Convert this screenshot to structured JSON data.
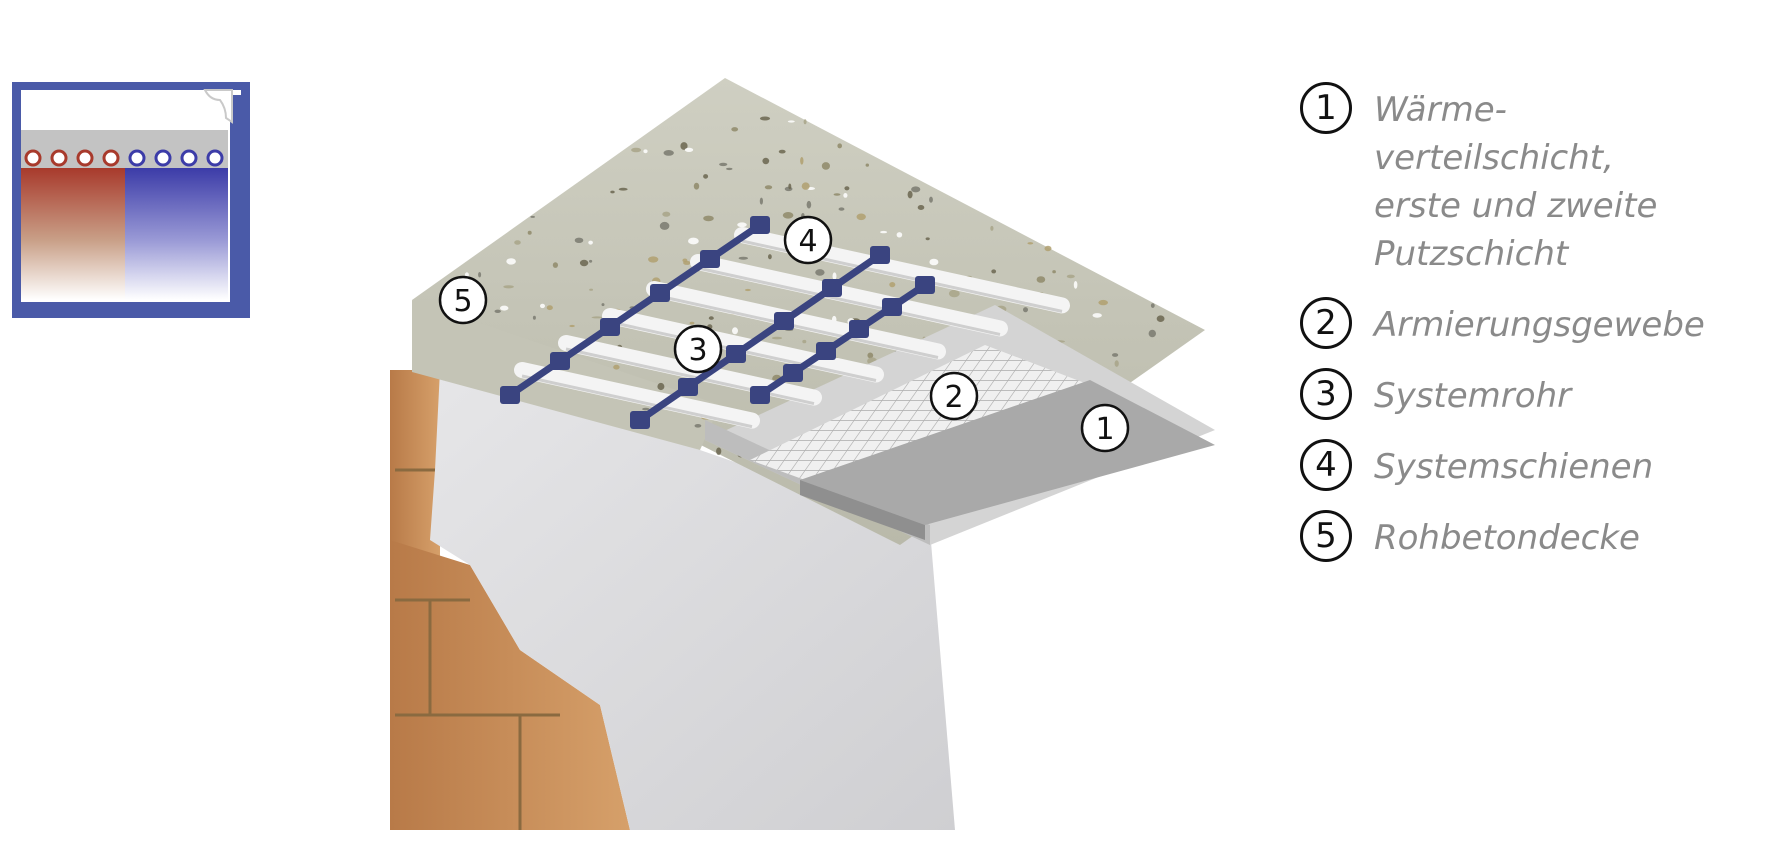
{
  "callouts": [
    "1",
    "2",
    "3",
    "4",
    "5"
  ],
  "legend": [
    {
      "number": "1",
      "label": "Wärme-\nverteilschicht,\nerste und zweite\nPutzschicht"
    },
    {
      "number": "2",
      "label": "Armierungsgewebe"
    },
    {
      "number": "3",
      "label": "Systemrohr"
    },
    {
      "number": "4",
      "label": "Systemschienen"
    },
    {
      "number": "5",
      "label": "Rohbetondecke"
    }
  ],
  "colors": {
    "frame_blue": "#4a5aa8",
    "warm_red": "#a83a2c",
    "cool_blue": "#3c3ca8",
    "concrete": "#c8c8b8",
    "brick": "#c9905a",
    "plaster": "#dcdcde",
    "rail": "#3a4480",
    "pipe": "#f4f4f4",
    "legend_text": "#8a8a8a"
  }
}
